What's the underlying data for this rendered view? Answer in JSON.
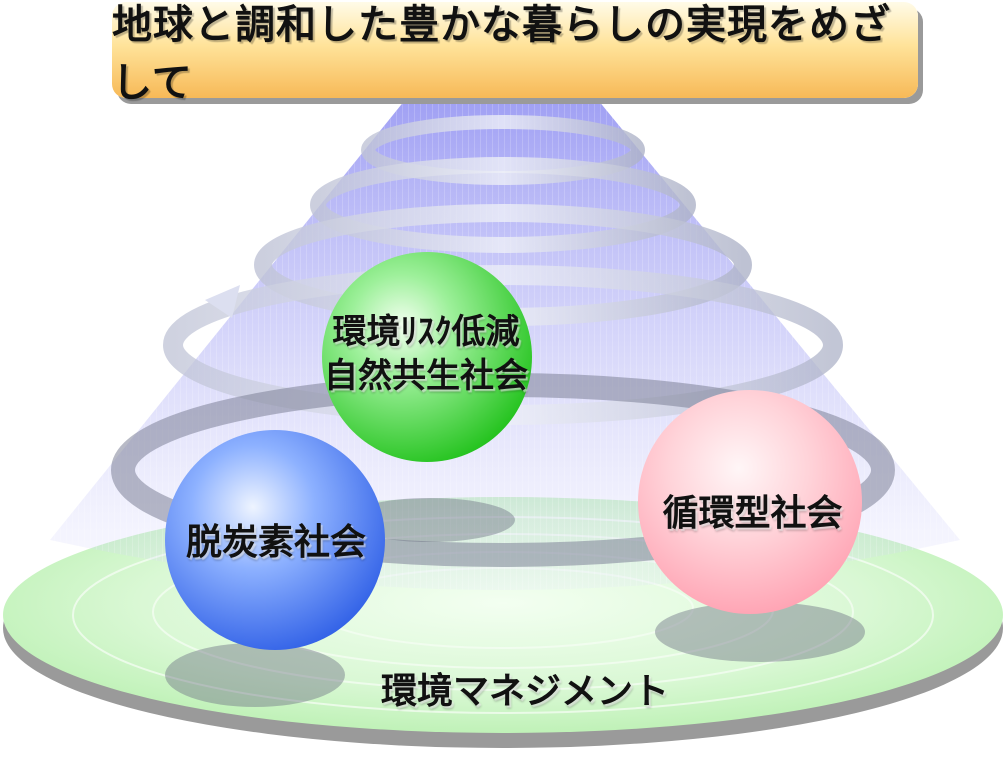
{
  "title": "地球と調和した豊かな暮らしの実現をめざして",
  "spheres": {
    "nature": {
      "line1": "環境ﾘｽｸ低減",
      "line2": "自然共生社会",
      "color": "#3fd93a"
    },
    "carbon": {
      "label": "脱炭素社会",
      "color": "#3d72f2"
    },
    "circular": {
      "label": "循環型社会",
      "color": "#ff9aa8"
    }
  },
  "base": {
    "label": "環境マネジメント",
    "color": "#c8f7c2"
  },
  "cone_color": "#8f8ff2"
}
